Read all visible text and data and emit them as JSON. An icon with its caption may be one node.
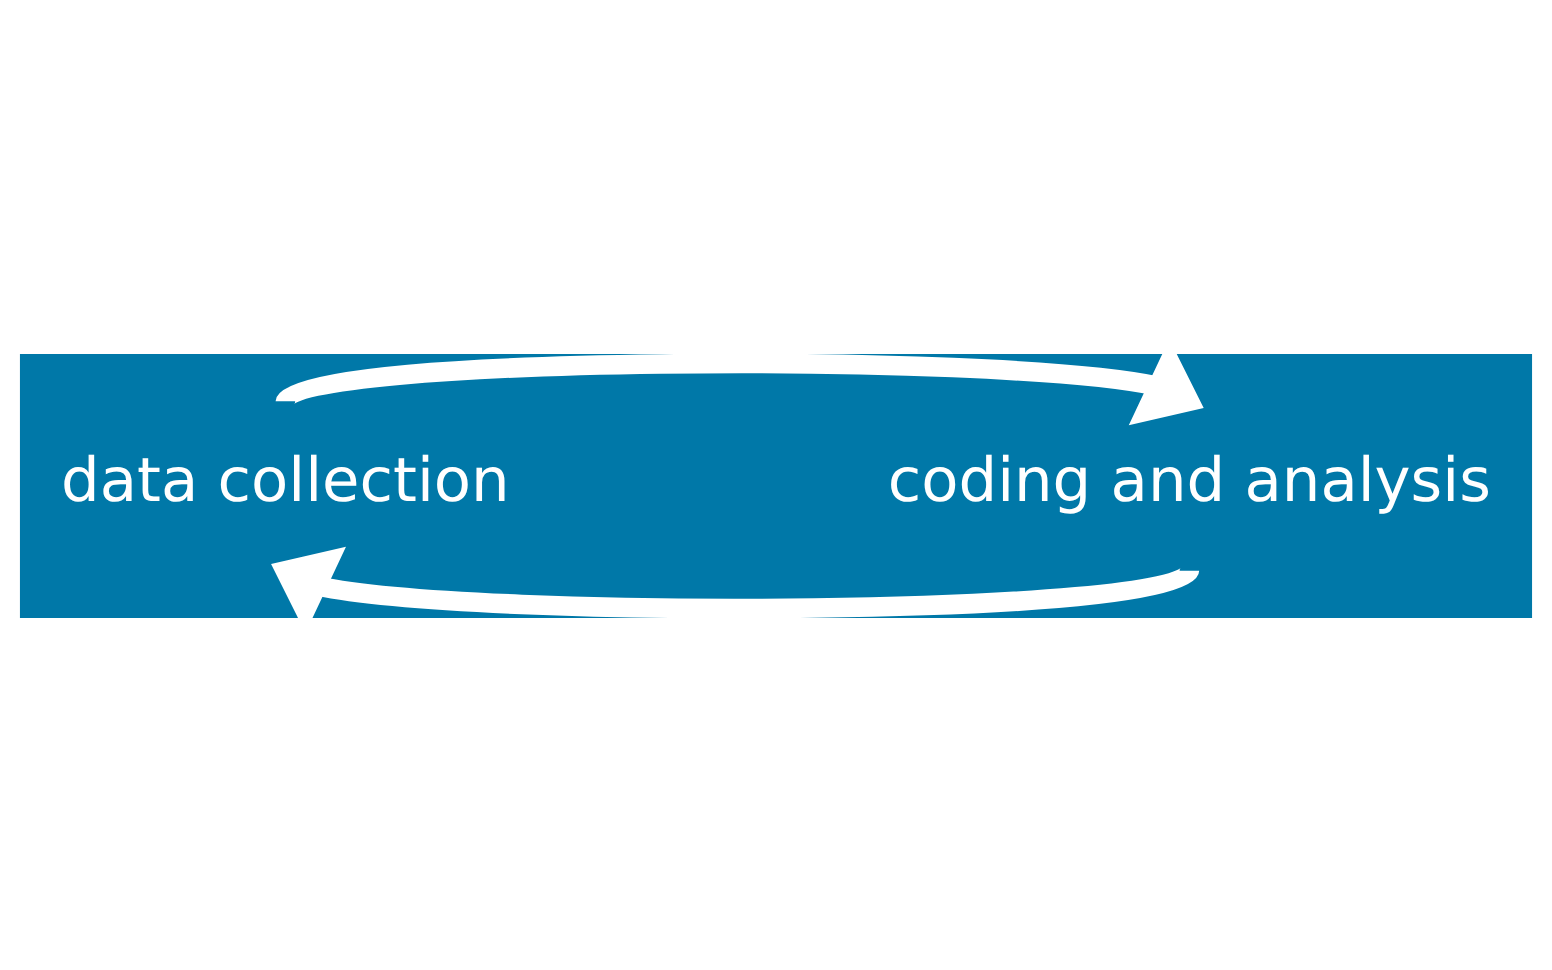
{
  "diagram": {
    "nodes": [
      {
        "text": [
          "data collection"
        ]
      },
      {
        "text": [
          "coding and analysis"
        ]
      }
    ],
    "edges": [
      {
        "from": 0,
        "to": 1,
        "arrow": "to"
      },
      {
        "from": 1,
        "to": 0,
        "arrow": "to"
      }
    ]
  }
}
